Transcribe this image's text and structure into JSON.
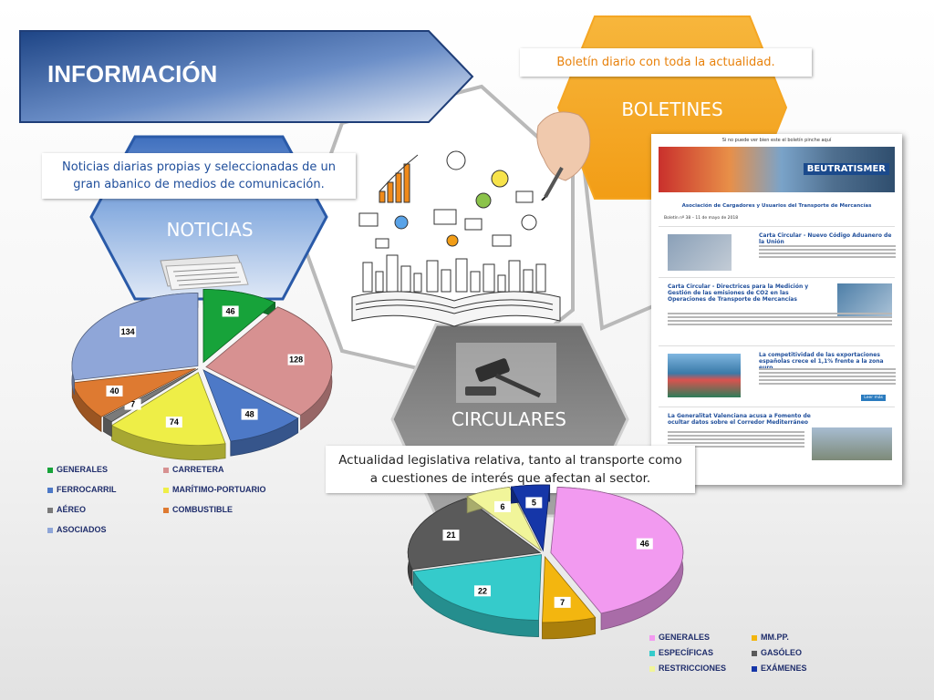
{
  "header": {
    "title": "INFORMACIÓN"
  },
  "sections": {
    "boletines": {
      "label": "BOLETINES",
      "callout": "Boletín diario con toda la actualidad."
    },
    "noticias": {
      "label": "NOTICIAS",
      "callout_line1": "Noticias diarias propias y seleccionadas de un",
      "callout_line2": "gran abanico de medios de comunicación."
    },
    "circulares": {
      "label": "CIRCULARES",
      "callout_line1": "Actualidad legislativa relativa, tanto al transporte como",
      "callout_line2": "a cuestiones de interés que afectan al sector."
    }
  },
  "newsletter": {
    "top_notice": "Si no puede ver bien este el boletín pinche aquí",
    "org_name": "Asociación de Cargadores y Usuarios del Transporte de Mercancías",
    "logo_text": "BEUTRATISMER",
    "issue": "Boletín nº 38 – 11 de mayo de 2018",
    "articles": [
      {
        "title": "Carta Circular - Nuevo Código Aduanero de la Unión"
      },
      {
        "title": "Carta Circular - Directrices para la Medición y Gestión de las emisiones de CO2 en las Operaciones de Transporte de Mercancías"
      },
      {
        "title": "La competitividad de las exportaciones españolas crece el 1,1% frente a la zona euro"
      },
      {
        "title": "La Generalitat Valenciana acusa a Fomento de ocultar datos sobre el Corredor Mediterráneo"
      }
    ],
    "more_label": "Leer más"
  },
  "colors": {
    "banner": "#2a5496",
    "boletines": "#f5a623",
    "noticias": "#6f95cf",
    "circulares": "#8a8a8a"
  },
  "chart_data": [
    {
      "type": "pie",
      "categories": [
        "GENERALES",
        "CARRETERA",
        "FERROCARRIL",
        "MARÍTIMO-PORTUARIO",
        "AÉREO",
        "COMBUSTIBLE",
        "ASOCIADOS"
      ],
      "values": [
        46,
        128,
        48,
        74,
        7,
        40,
        134
      ],
      "colors": [
        "#17a33a",
        "#d79191",
        "#4d79c7",
        "#eeee47",
        "#7a7a7a",
        "#de7a31",
        "#8fa6d8"
      ],
      "legend_placement": "bottom"
    },
    {
      "type": "pie",
      "categories": [
        "GENERALES",
        "MM.PP.",
        "ESPECÍFICAS",
        "GASÓLEO",
        "RESTRICCIONES",
        "EXÁMENES"
      ],
      "values": [
        46,
        7,
        22,
        21,
        6,
        5
      ],
      "colors": [
        "#f29af0",
        "#f3b60f",
        "#35cbcb",
        "#5a5a5a",
        "#f1f59a",
        "#1536a8"
      ],
      "legend_placement": "bottom"
    }
  ]
}
